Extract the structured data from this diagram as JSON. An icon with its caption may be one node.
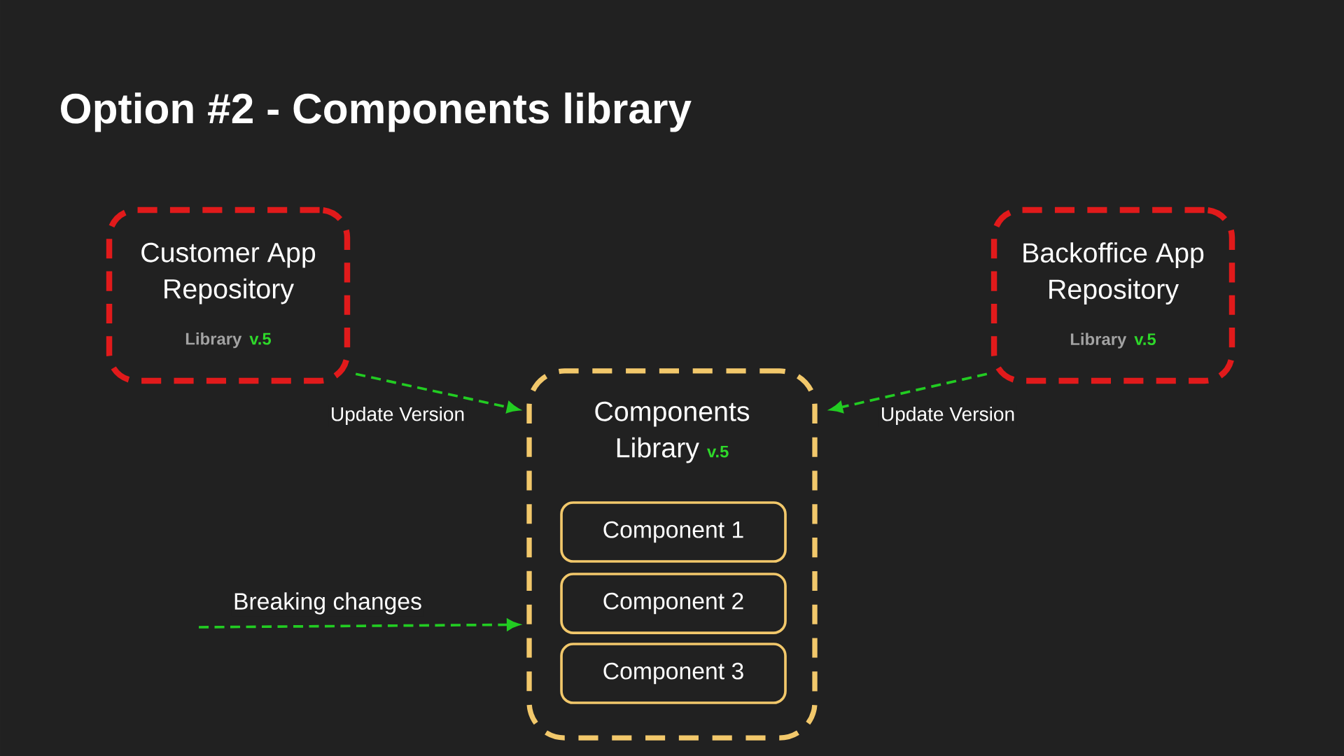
{
  "diagram": {
    "title": "Option #2 - Components library",
    "nodes": [
      {
        "text": [
          "Customer App Repository",
          "Library",
          "v.5"
        ]
      },
      {
        "text": [
          "Backoffice App Repository",
          "Library",
          "v.5"
        ]
      },
      {
        "text": [
          "Components Library",
          "v.5"
        ]
      },
      {
        "text": [
          "Component 1"
        ],
        "in": 2
      },
      {
        "text": [
          "Component 2"
        ],
        "in": 2
      },
      {
        "text": [
          "Component 3"
        ],
        "in": 2
      }
    ],
    "edges": [
      {
        "from": 0,
        "to": 2,
        "arrow": "to",
        "label": "Update Version",
        "style": "dashed"
      },
      {
        "from": 1,
        "to": 2,
        "arrow": "to",
        "label": "Update Version",
        "style": "dashed"
      },
      {
        "from": null,
        "to": 2,
        "arrow": "to",
        "label": "Breaking changes",
        "style": "dashed"
      }
    ]
  }
}
